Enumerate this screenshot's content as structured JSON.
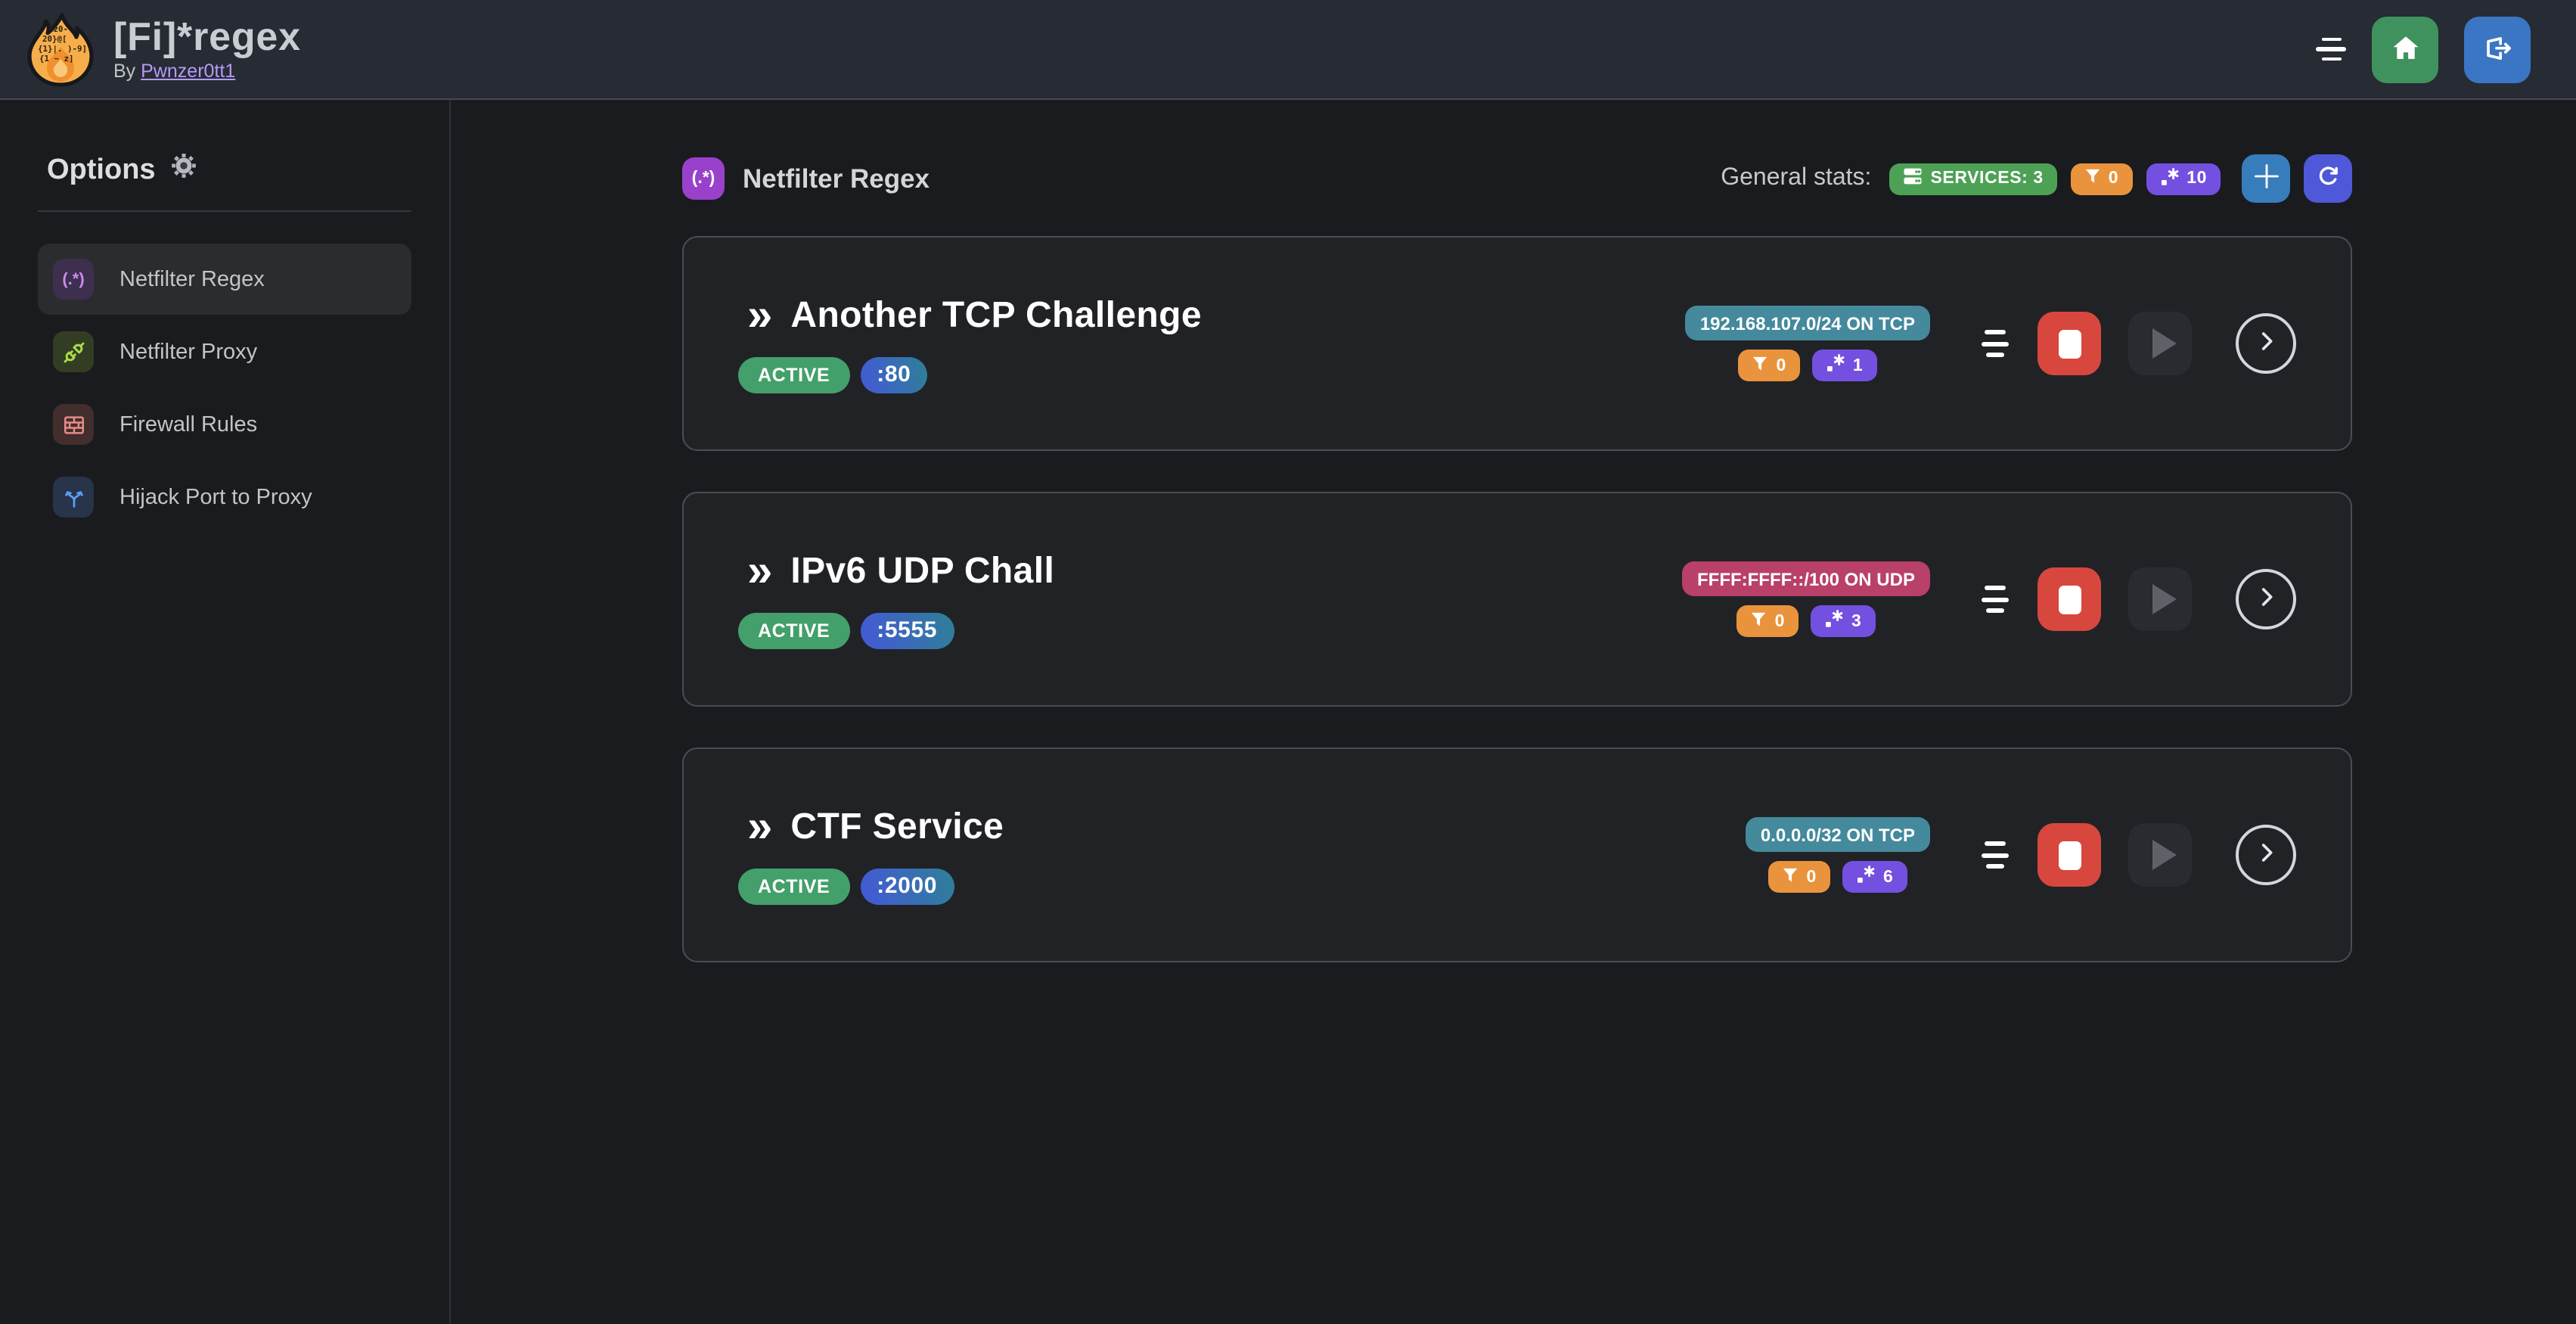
{
  "header": {
    "title": "[Fi]*regex",
    "byline_prefix": "By",
    "byline_link": "Pwnzer0tt1"
  },
  "sidebar": {
    "heading": "Options",
    "items": [
      {
        "label": "Netfilter Regex",
        "icon": "regex-icon",
        "selected": true
      },
      {
        "label": "Netfilter Proxy",
        "icon": "plug-icon",
        "selected": false
      },
      {
        "label": "Firewall Rules",
        "icon": "wall-icon",
        "selected": false
      },
      {
        "label": "Hijack Port to Proxy",
        "icon": "split-arrows-icon",
        "selected": false
      }
    ]
  },
  "main": {
    "section_title": "Netfilter Regex",
    "stats_label": "General stats:",
    "stats": {
      "services_label": "SERVICES: 3",
      "filters_count": "0",
      "regex_count": "10"
    },
    "services": [
      {
        "name": "Another TCP Challenge",
        "status": "ACTIVE",
        "port": ":80",
        "cidr": "192.168.107.0/24 ON TCP",
        "cidr_variant": "teal",
        "filters": "0",
        "regexes": "1"
      },
      {
        "name": "IPv6 UDP Chall",
        "status": "ACTIVE",
        "port": ":5555",
        "cidr": "FFFF:FFFF::/100 ON UDP",
        "cidr_variant": "pink",
        "filters": "0",
        "regexes": "3"
      },
      {
        "name": "CTF Service",
        "status": "ACTIVE",
        "port": ":2000",
        "cidr": "0.0.0.0/32 ON TCP",
        "cidr_variant": "teal",
        "filters": "0",
        "regexes": "6"
      }
    ]
  },
  "icons": {
    "regex_glyph": "(.*)",
    "double_chevron": "»"
  },
  "colors": {
    "header_bg": "#262b34",
    "body_bg": "#1a1b1e",
    "card_bg": "#212226",
    "card_border": "#4a4d52",
    "green": "#4da155",
    "active_green": "#43a06a",
    "orange": "#e9943c",
    "violet": "#7450e0",
    "grape_icon": "#9a41cc",
    "teal_chip": "#44899c",
    "pink_chip": "#b84069",
    "port_gradient_from": "#4458d8",
    "port_gradient_to": "#2e8096",
    "stop_red": "#d7473e",
    "add_blue": "#377dbc",
    "refresh_indigo": "#4e58d9",
    "home_green": "#3f925d",
    "logout_blue": "#3b76c4",
    "link_purple": "#b49af7"
  }
}
